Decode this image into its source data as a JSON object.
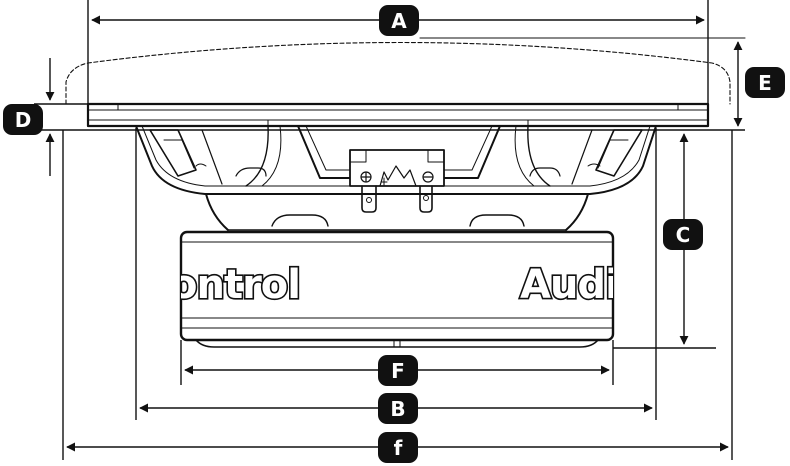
{
  "dimensions": {
    "A": "A",
    "B": "B",
    "C": "C",
    "D": "D",
    "E": "E",
    "F": "F",
    "f": "f"
  },
  "brand": {
    "left_text": "ontrol",
    "right_text": "Audio"
  },
  "colors": {
    "line": "#111111",
    "badge": "#111111",
    "badge_text": "#ffffff",
    "background": "#ffffff"
  }
}
